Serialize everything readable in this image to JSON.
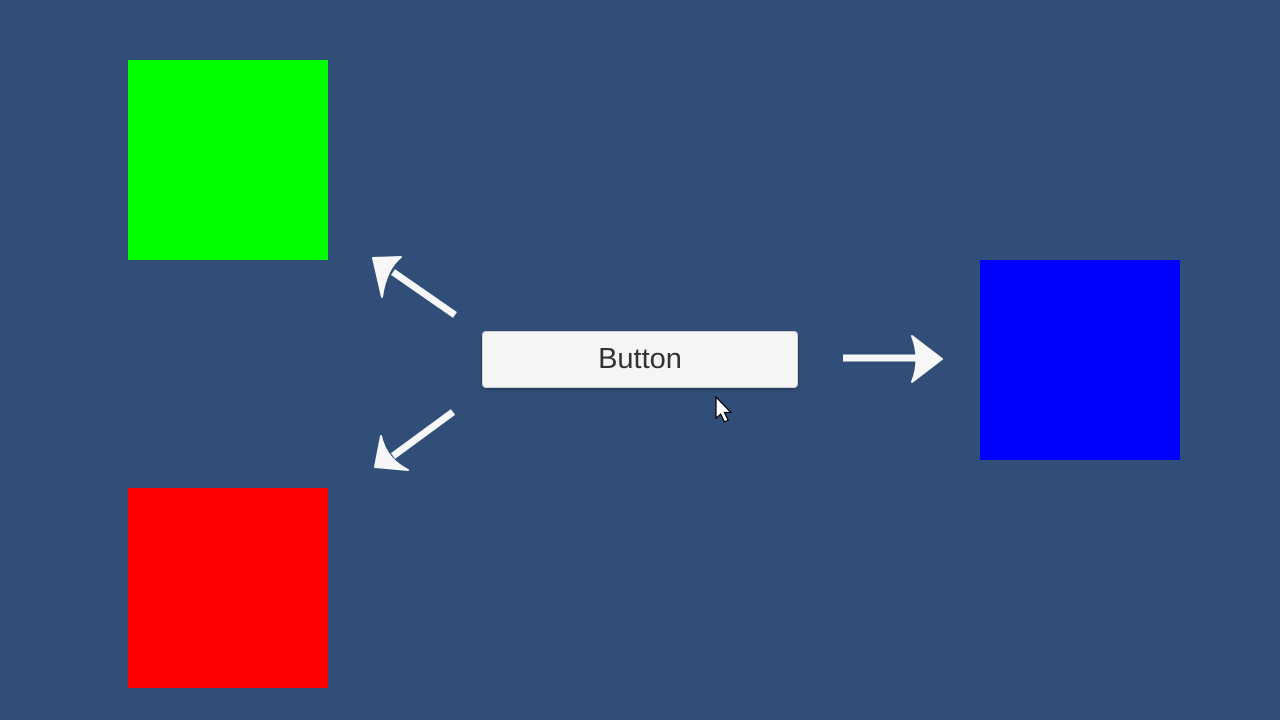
{
  "canvas": {
    "background": "#314E78"
  },
  "button": {
    "label": "Button",
    "background": "#f5f5f5",
    "text_color": "#333333",
    "border_color": "#d0d0d0"
  },
  "squares": [
    {
      "id": "green-square",
      "color": "#00ff00"
    },
    {
      "id": "red-square",
      "color": "#ff0000"
    },
    {
      "id": "blue-square",
      "color": "#0000ff"
    }
  ],
  "arrows": {
    "color": "#f7f7f7",
    "items": [
      {
        "id": "arrow-to-green",
        "direction": "up-left"
      },
      {
        "id": "arrow-to-red",
        "direction": "down-left"
      },
      {
        "id": "arrow-to-blue",
        "direction": "right"
      }
    ]
  },
  "cursor": {
    "fill": "#ffffff",
    "outline": "#000000"
  }
}
